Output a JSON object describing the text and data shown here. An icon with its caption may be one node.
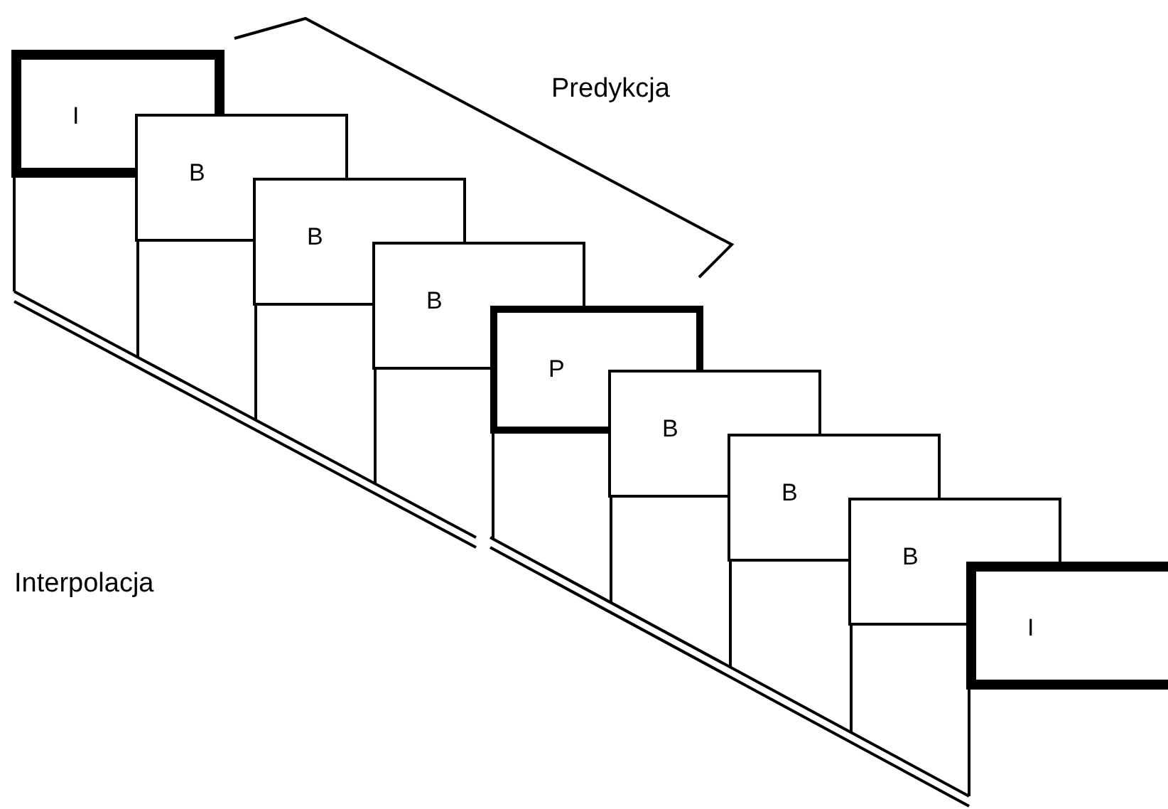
{
  "diagram": {
    "nodes": [
      {
        "text": [
          "I"
        ]
      },
      {
        "text": [
          "B"
        ]
      },
      {
        "text": [
          "B"
        ]
      },
      {
        "text": [
          "B"
        ]
      },
      {
        "text": [
          "P"
        ]
      },
      {
        "text": [
          "B"
        ]
      },
      {
        "text": [
          "B"
        ]
      },
      {
        "text": [
          "B"
        ]
      },
      {
        "text": [
          "I"
        ]
      }
    ],
    "labels": [
      "Predykcja",
      "Interpolacja"
    ]
  }
}
